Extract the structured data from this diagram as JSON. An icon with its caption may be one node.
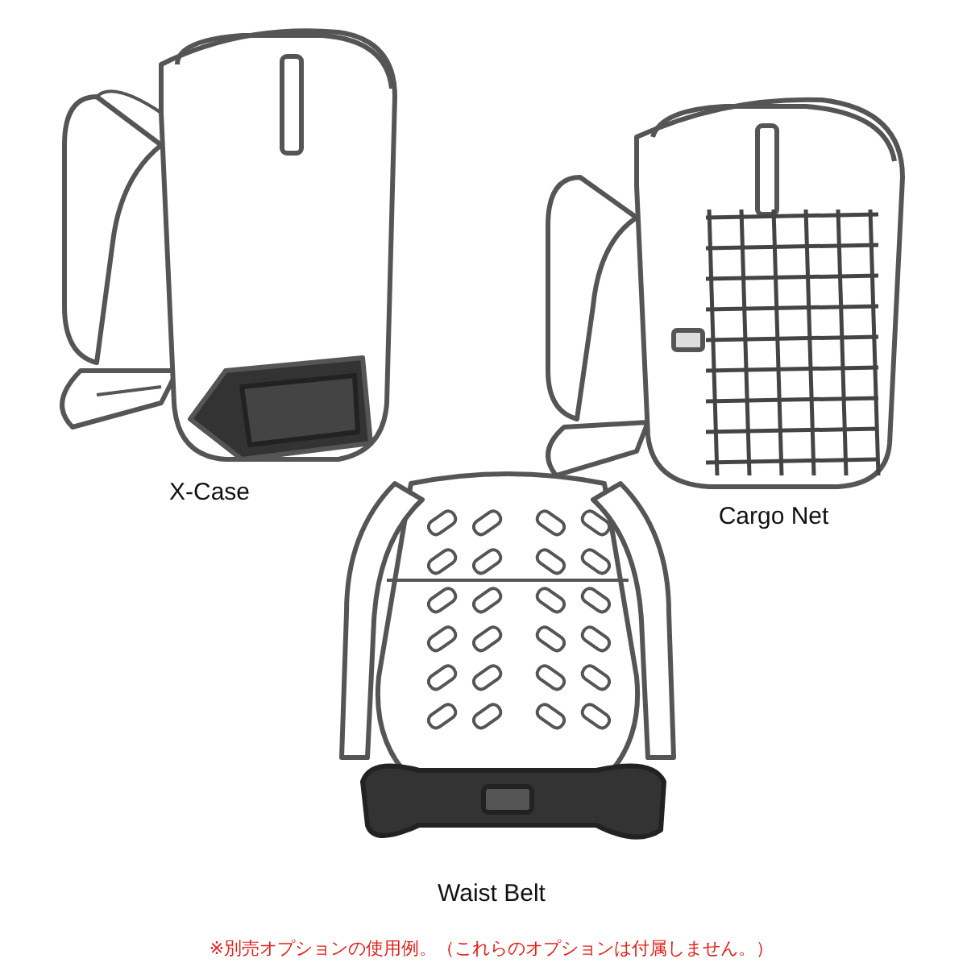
{
  "diagram": {
    "labels": [
      "X-Case",
      "Cargo Net",
      "Waist Belt",
      "※別売オプションの使用例。（これらのオプションは付属しません。）"
    ]
  }
}
